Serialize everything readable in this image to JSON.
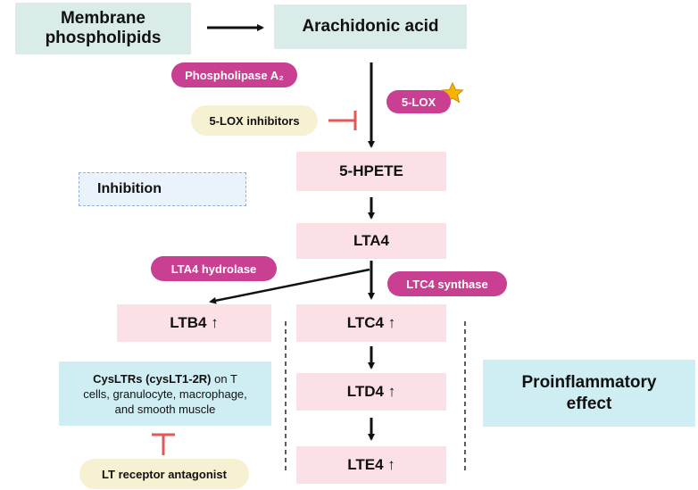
{
  "nodes": {
    "membrane": "Membrane\nphospholipids",
    "arachidonic": "Arachidonic acid",
    "hpete": "5-HPETE",
    "lta4": "LTA4",
    "ltb4": "LTB4 ↑",
    "ltc4": "LTC4 ↑",
    "ltd4": "LTD4 ↑",
    "lte4": "LTE4 ↑",
    "cyslt_bold": "CysLTRs (cysLT1-2R)",
    "cyslt_rest1": " on T",
    "cyslt_rest2": "cells, granulocyte, macrophage,",
    "cyslt_rest3": "and smooth muscle",
    "proinflammatory": "Proinflammatory\neffect"
  },
  "enzymes": {
    "pla2": "Phospholipase A₂",
    "lox": "5-LOX",
    "lta4_hydrolase": "LTA4 hydrolase",
    "ltc4_synthase": "LTC4 synthase"
  },
  "inhibitors": {
    "lox_inhibitors": "5-LOX inhibitors",
    "lt_antagonist": "LT receptor antagonist"
  },
  "legend": {
    "inhibition": "Inhibition"
  },
  "colors": {
    "enzyme": "#c93f92",
    "inhibit": "#e05a5a",
    "star": "#f5b400"
  }
}
